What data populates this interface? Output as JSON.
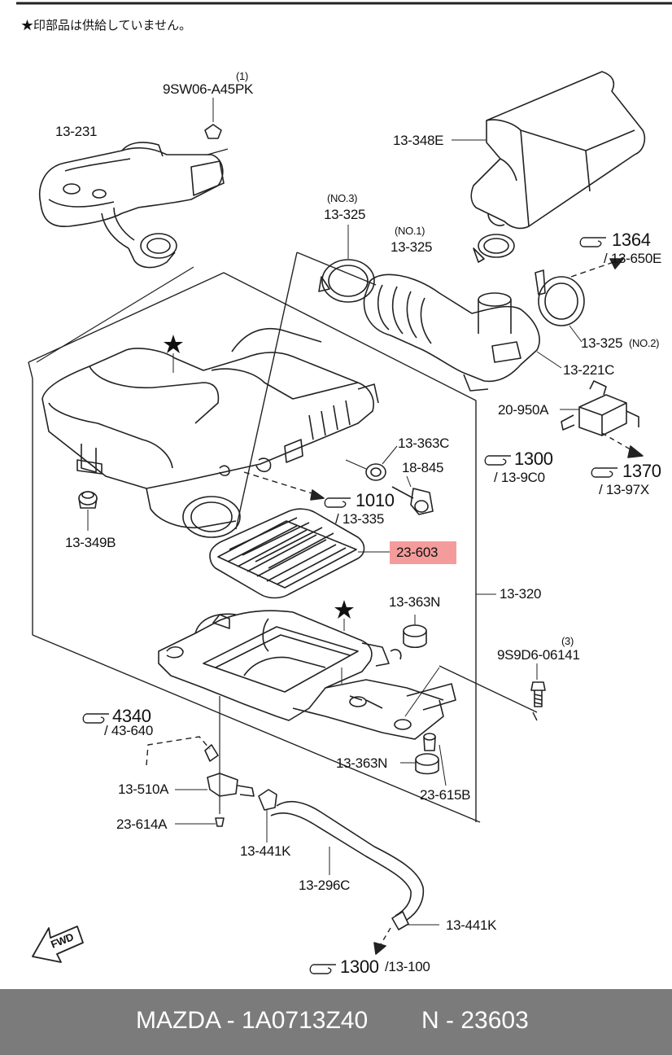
{
  "note": "★印部品は供給していません。",
  "labels": {
    "l_1": "(1)",
    "l_9sw06": "9SW06-A45PK",
    "l_13231": "13-231",
    "l_13348e": "13-348E",
    "l_no3": "(NO.3)",
    "l_13325_a": "13-325",
    "l_no1": "(NO.1)",
    "l_13325_b": "13-325",
    "l_1364": "1364",
    "l_13650e": "/ 13-650E",
    "l_13325_c": "13-325",
    "l_no2": "(NO.2)",
    "l_13221c": "13-221C",
    "l_20950a": "20-950A",
    "l_1300_a": "1300",
    "l_139c0": "/ 13-9C0",
    "l_1370": "1370",
    "l_1397x": "/ 13-97X",
    "l_13363c": "13-363C",
    "l_18845": "18-845",
    "l_1010": "1010",
    "l_13335": "/ 13-335",
    "l_23603": "23-603",
    "l_13349b": "13-349B",
    "l_13320": "13-320",
    "l_13363n_a": "13-363N",
    "l_3": "(3)",
    "l_9s9d6": "9S9D6-06141",
    "l_4340": "4340",
    "l_43640": "/ 43-640",
    "l_13363n_b": "13-363N",
    "l_23615b": "23-615B",
    "l_13510a": "13-510A",
    "l_23614a": "23-614A",
    "l_13441k_a": "13-441K",
    "l_13296c": "13-296C",
    "l_13441k_b": "13-441K",
    "l_1300_b": "1300",
    "l_13100": "/13-100",
    "l_fwd": "FWD"
  },
  "highlight": "23-603",
  "footer": {
    "brand": "MAZDA - 1A0713Z40",
    "part": "N - 23603"
  },
  "icons": [
    "star-icon",
    "pointing-hand-icon",
    "fwd-arrow-icon"
  ]
}
